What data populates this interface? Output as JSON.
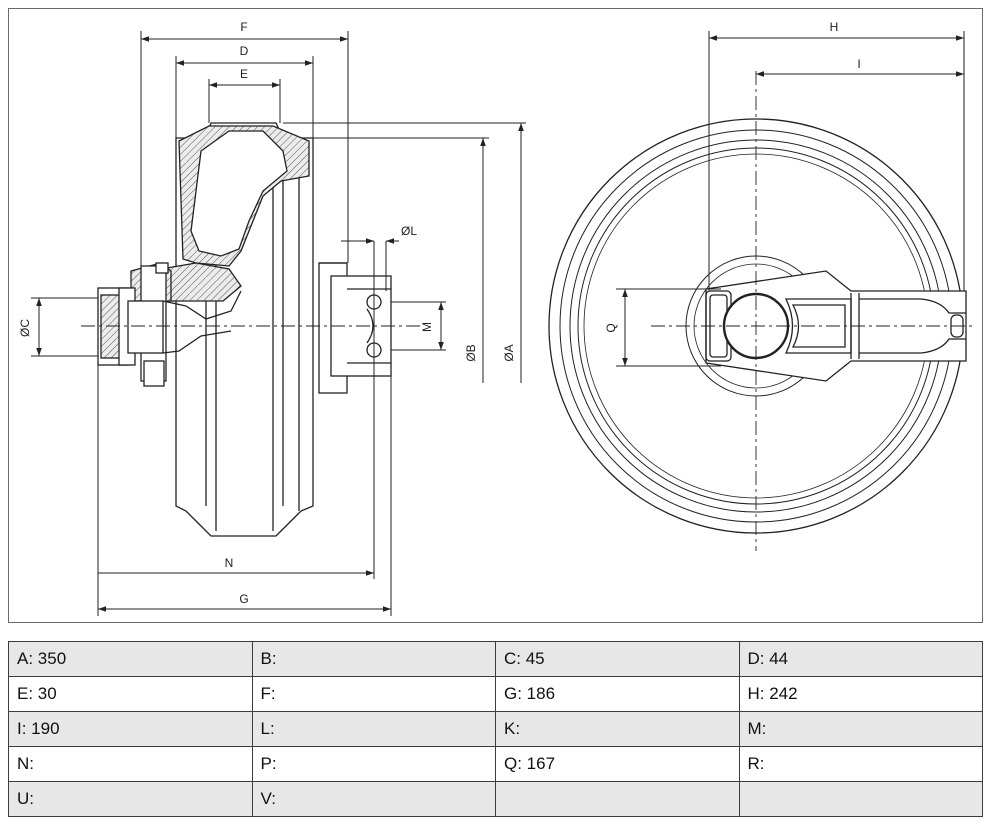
{
  "diagram": {
    "labels": {
      "F": "F",
      "D": "D",
      "E": "E",
      "L": "ØL",
      "C": "ØC",
      "M": "M",
      "B": "ØB",
      "A": "ØA",
      "N": "N",
      "G": "G",
      "H": "H",
      "I": "I",
      "Q": "Q"
    }
  },
  "table": {
    "rows": [
      [
        "A: 350",
        "B:",
        "C: 45",
        "D: 44"
      ],
      [
        "E: 30",
        "F:",
        "G: 186",
        "H: 242"
      ],
      [
        "I: 190",
        "L:",
        "K:",
        "M:"
      ],
      [
        "N:",
        "P:",
        "Q: 167",
        "R:"
      ],
      [
        "U:",
        "V:",
        "",
        ""
      ]
    ]
  }
}
